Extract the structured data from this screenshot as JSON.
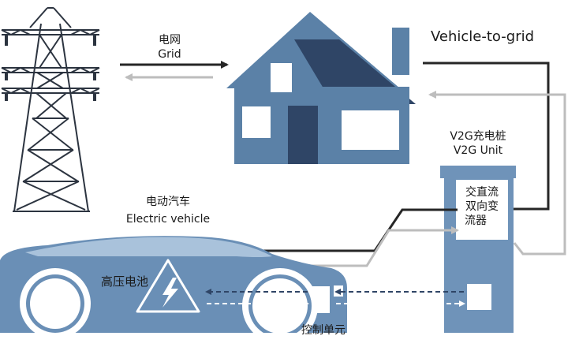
{
  "labels": {
    "grid_cn": "电网",
    "grid_en": "Grid",
    "title": "Vehicle-to-grid",
    "v2g_unit_cn": "V2G充电桩",
    "v2g_unit_en": "V2G Unit",
    "converter_line1": "交直流",
    "converter_line2": "双向变",
    "converter_line3": "流器",
    "ev_cn": "电动汽车",
    "ev_en": "Electric vehicle",
    "battery_cn": "高压电池",
    "control_unit_cn": "控制单元"
  },
  "colors": {
    "house": "#5b81a7",
    "roof_dark": "#2f4566",
    "car": "#6a8fb6",
    "car_light": "#a9c2db",
    "charger": "#6f93b9",
    "arrow_dark": "#262626",
    "arrow_light": "#bdbdbd"
  },
  "icons": [
    "power-tower-icon",
    "house-icon",
    "electric-car-icon",
    "high-voltage-warning-icon",
    "charging-station-icon"
  ]
}
